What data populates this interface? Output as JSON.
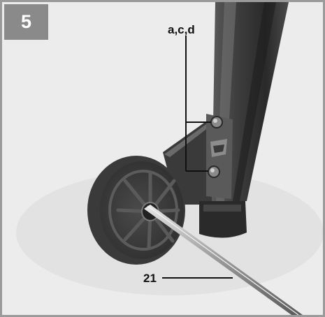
{
  "figure": {
    "step_number": "5",
    "callouts": {
      "parts_label": "a,c,d",
      "handle_label": "21"
    },
    "photo": {
      "subject": "photograph"
    },
    "colors": {
      "frame": "#9a9a9a",
      "badge": "#8a8a8a",
      "badge_text": "#ffffff",
      "callout_text": "#111111"
    }
  }
}
